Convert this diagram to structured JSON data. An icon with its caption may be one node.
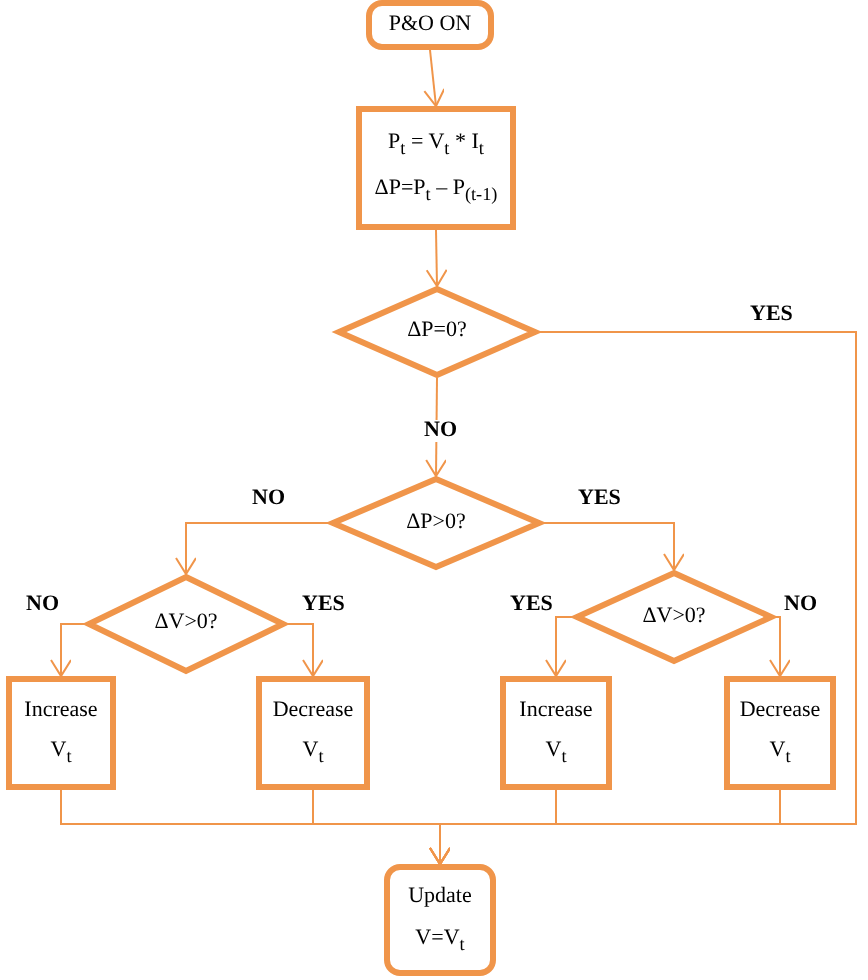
{
  "diagram": {
    "nodes": [
      {
        "text": [
          "P&O ON"
        ]
      },
      {
        "text": [
          "P$_{t}$ = V$_{t}$ * I$_{t}$",
          "ΔP=P$_{t}$ – P$_{(t-1)}$"
        ]
      },
      {
        "text": [
          "ΔP=0?"
        ]
      },
      {
        "text": [
          "ΔP>0?"
        ]
      },
      {
        "text": [
          "ΔV>0?"
        ]
      },
      {
        "text": [
          "ΔV>0?"
        ]
      },
      {
        "text": [
          "Increase",
          "V$_{t}$"
        ]
      },
      {
        "text": [
          "Decrease",
          "V$_{t}$"
        ]
      },
      {
        "text": [
          "Increase",
          "V$_{t}$"
        ]
      },
      {
        "text": [
          "Decrease",
          "V$_{t}$"
        ]
      },
      {
        "text": [
          "Update",
          "V=V$_{t}$"
        ]
      }
    ],
    "edges": [
      {
        "from": 0,
        "to": 1,
        "arrow": "to"
      },
      {
        "from": 1,
        "to": 2,
        "arrow": "to"
      },
      {
        "from": 2,
        "to": 10,
        "arrow": "to",
        "label": "YES"
      },
      {
        "from": 2,
        "to": 3,
        "arrow": "to",
        "label": "NO"
      },
      {
        "from": 3,
        "to": 4,
        "arrow": "to",
        "label": "NO"
      },
      {
        "from": 3,
        "to": 5,
        "arrow": "to",
        "label": "YES"
      },
      {
        "from": 4,
        "to": 6,
        "arrow": "to",
        "label": "NO"
      },
      {
        "from": 4,
        "to": 7,
        "arrow": "to",
        "label": "YES"
      },
      {
        "from": 5,
        "to": 8,
        "arrow": "to",
        "label": "YES"
      },
      {
        "from": 5,
        "to": 9,
        "arrow": "to",
        "label": "NO"
      },
      {
        "from": 6,
        "to": 10,
        "arrow": "to"
      },
      {
        "from": 7,
        "to": 10,
        "arrow": "to"
      },
      {
        "from": 8,
        "to": 10,
        "arrow": "to"
      },
      {
        "from": 9,
        "to": 10,
        "arrow": "to"
      }
    ]
  }
}
